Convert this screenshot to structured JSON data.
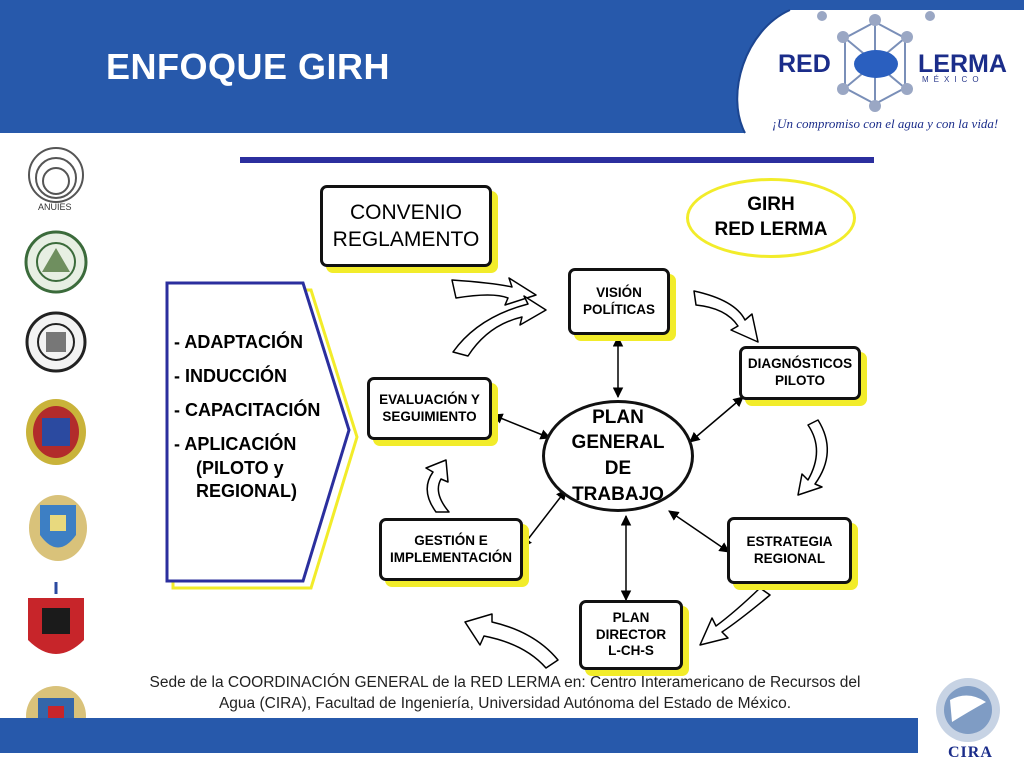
{
  "header": {
    "title": "ENFOQUE GIRH",
    "logo_red": "RED",
    "logo_lerma": "LERMA",
    "logo_mexico": "MÉXICO",
    "logo_tagline": "¡Un compromiso con el agua y con la vida!"
  },
  "sidebar": {
    "anuies_label": "ANUIES"
  },
  "diagram": {
    "convenio": [
      "CONVENIO",
      "REGLAMENTO"
    ],
    "girh": [
      "GIRH",
      "RED LERMA"
    ],
    "vision": [
      "VISIÓN",
      "POLÍTICAS"
    ],
    "diagnosticos": [
      "DIAGNÓSTICOS",
      "PILOTO"
    ],
    "estrategia": [
      "ESTRATEGIA",
      "REGIONAL"
    ],
    "plan_director": [
      "PLAN",
      "DIRECTOR",
      "L-CH-S"
    ],
    "gestion": [
      "GESTIÓN E",
      "IMPLEMENTACIÓN"
    ],
    "evaluacion": [
      "EVALUACIÓN Y",
      "SEGUIMIENTO"
    ],
    "plan_general": [
      "PLAN",
      "GENERAL",
      "DE",
      "TRABAJO"
    ],
    "left_list": [
      "- ADAPTACIÓN",
      "- INDUCCIÓN",
      "- CAPACITACIÓN",
      "- APLICACIÓN"
    ],
    "left_list_cont": [
      "(PILOTO y",
      "REGIONAL)"
    ]
  },
  "footer": {
    "line1": "Sede de  la  COORDINACIÓN  GENERAL de la RED LERMA en: Centro Interamericano de Recursos del",
    "line2": "Agua (CIRA),  Facultad  de Ingeniería,  Universidad Autónoma del Estado de México.",
    "cira_label": "CIRA"
  },
  "colors": {
    "header_blue": "#2759ab",
    "line_blue": "#2b2f9e",
    "highlight_yellow": "#f2ec2a"
  }
}
